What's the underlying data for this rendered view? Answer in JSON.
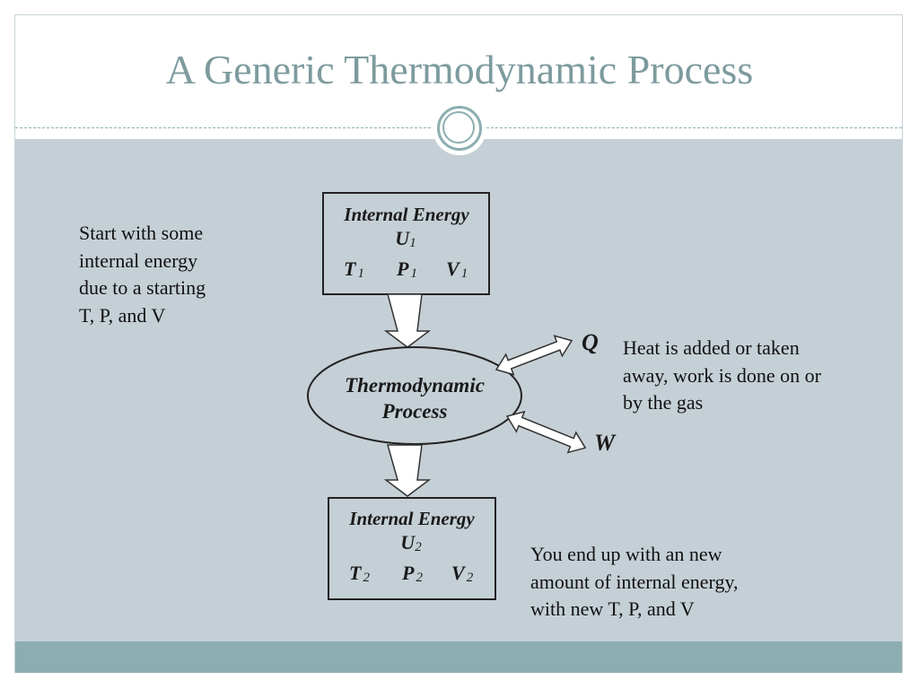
{
  "slide": {
    "title": "A Generic Thermodynamic Process"
  },
  "diagram": {
    "initial_state": {
      "heading": "Internal Energy",
      "energy_symbol": "U",
      "energy_index": "1",
      "state_variables": [
        {
          "symbol": "T",
          "index": "1"
        },
        {
          "symbol": "P",
          "index": "1"
        },
        {
          "symbol": "V",
          "index": "1"
        }
      ]
    },
    "process": {
      "line1": "Thermodynamic",
      "line2": "Process"
    },
    "heat_label": "Q",
    "work_label": "W",
    "final_state": {
      "heading": "Internal Energy",
      "energy_symbol": "U",
      "energy_index": "2",
      "state_variables": [
        {
          "symbol": "T",
          "index": "2"
        },
        {
          "symbol": "P",
          "index": "2"
        },
        {
          "symbol": "V",
          "index": "2"
        }
      ]
    }
  },
  "notes": {
    "start": [
      "Start with some",
      "internal energy",
      "due to a starting",
      "T, P, and V"
    ],
    "exchange": [
      "Heat is added or taken",
      "away, work is done on or",
      "by the gas"
    ],
    "end": [
      "You end up with an new",
      "amount of internal energy,",
      "with new T, P, and V"
    ]
  },
  "colors": {
    "title": "#7d9b9e",
    "body_background": "#c5d0d6",
    "footer_band": "#8caeb0"
  }
}
